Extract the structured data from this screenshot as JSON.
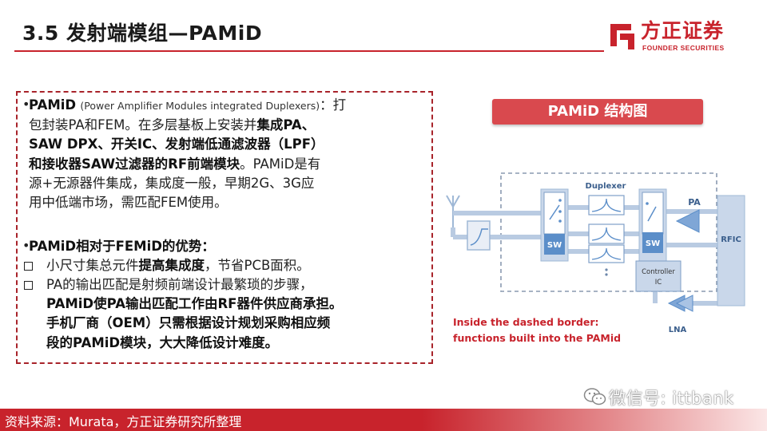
{
  "header": {
    "title": "3.5 发射端模组—PAMiD",
    "logo_name": "方正证券",
    "logo_sub": "FOUNDER SECURITIES"
  },
  "content": {
    "p1_lead": "PAMiD",
    "p1_paren": "(Power Amplifier Modules integrated Duplexers)",
    "p1_after": "：打",
    "p1_l2_a": "包封装PA和FEM。在多层基板上安装并",
    "p1_l2_b": "集成PA、",
    "p1_l3": "SAW  DPX、开关IC、发射端低通滤波器（LPF）",
    "p1_l4_a": "和接收器SAW过滤器的RF前端模块",
    "p1_l4_b": "。PAMiD是有",
    "p1_l5": "源+无源器件集成，集成度一般，早期2G、3G应",
    "p1_l6": "用中低端市场，需匹配FEM使用。",
    "p2_head": "PAMiD相对于FEMiD的优势：",
    "a1_pre": "小尺寸集总元件",
    "a1_bold": "提高集成度",
    "a1_post": "，节省PCB面积。",
    "a2_l1": "PA的输出匹配是射频前端设计最繁琐的步骤，",
    "a2_l2": "PAMiD使PA输出匹配工作由RF器件供应商承担。",
    "a2_l3": "手机厂商（OEM）只需根据设计规划采购相应频",
    "a2_l4": "段的PAMiD模块，大大降低设计难度。"
  },
  "diagram": {
    "title": "PAMiD 结构图",
    "duplexer": "Duplexer",
    "pa": "PA",
    "sw1": "SW",
    "sw2": "SW",
    "rfic": "RFIC",
    "controller_1": "Controller",
    "controller_2": "IC",
    "lna": "LNA",
    "caption_1": "Inside the dashed border:",
    "caption_2": "functions built into the PAMid",
    "colors": {
      "block": "#5b8ec9",
      "caption": "#c8232c",
      "panel": "#c9d7ea"
    }
  },
  "footer": {
    "source": "资料来源：Murata，方正证券研究所整理",
    "watermark": "微信号: ittbank"
  }
}
